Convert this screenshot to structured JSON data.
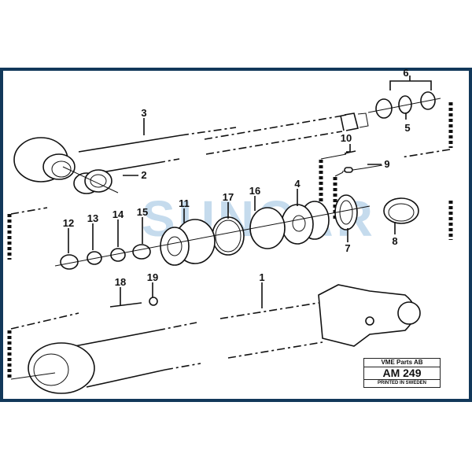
{
  "diagram": {
    "callouts": [
      "1",
      "2",
      "3",
      "4",
      "5",
      "6",
      "7",
      "8",
      "9",
      "10",
      "11",
      "12",
      "13",
      "14",
      "15",
      "16",
      "17",
      "18",
      "19"
    ],
    "watermark": "SUNCAR",
    "plate": {
      "company": "VME Parts AB",
      "code": "AM 249",
      "note": "PRINTED IN SWEDEN"
    },
    "colors": {
      "frame": "#12385a",
      "watermark": "#7fb0d8",
      "ink": "#111111"
    }
  }
}
